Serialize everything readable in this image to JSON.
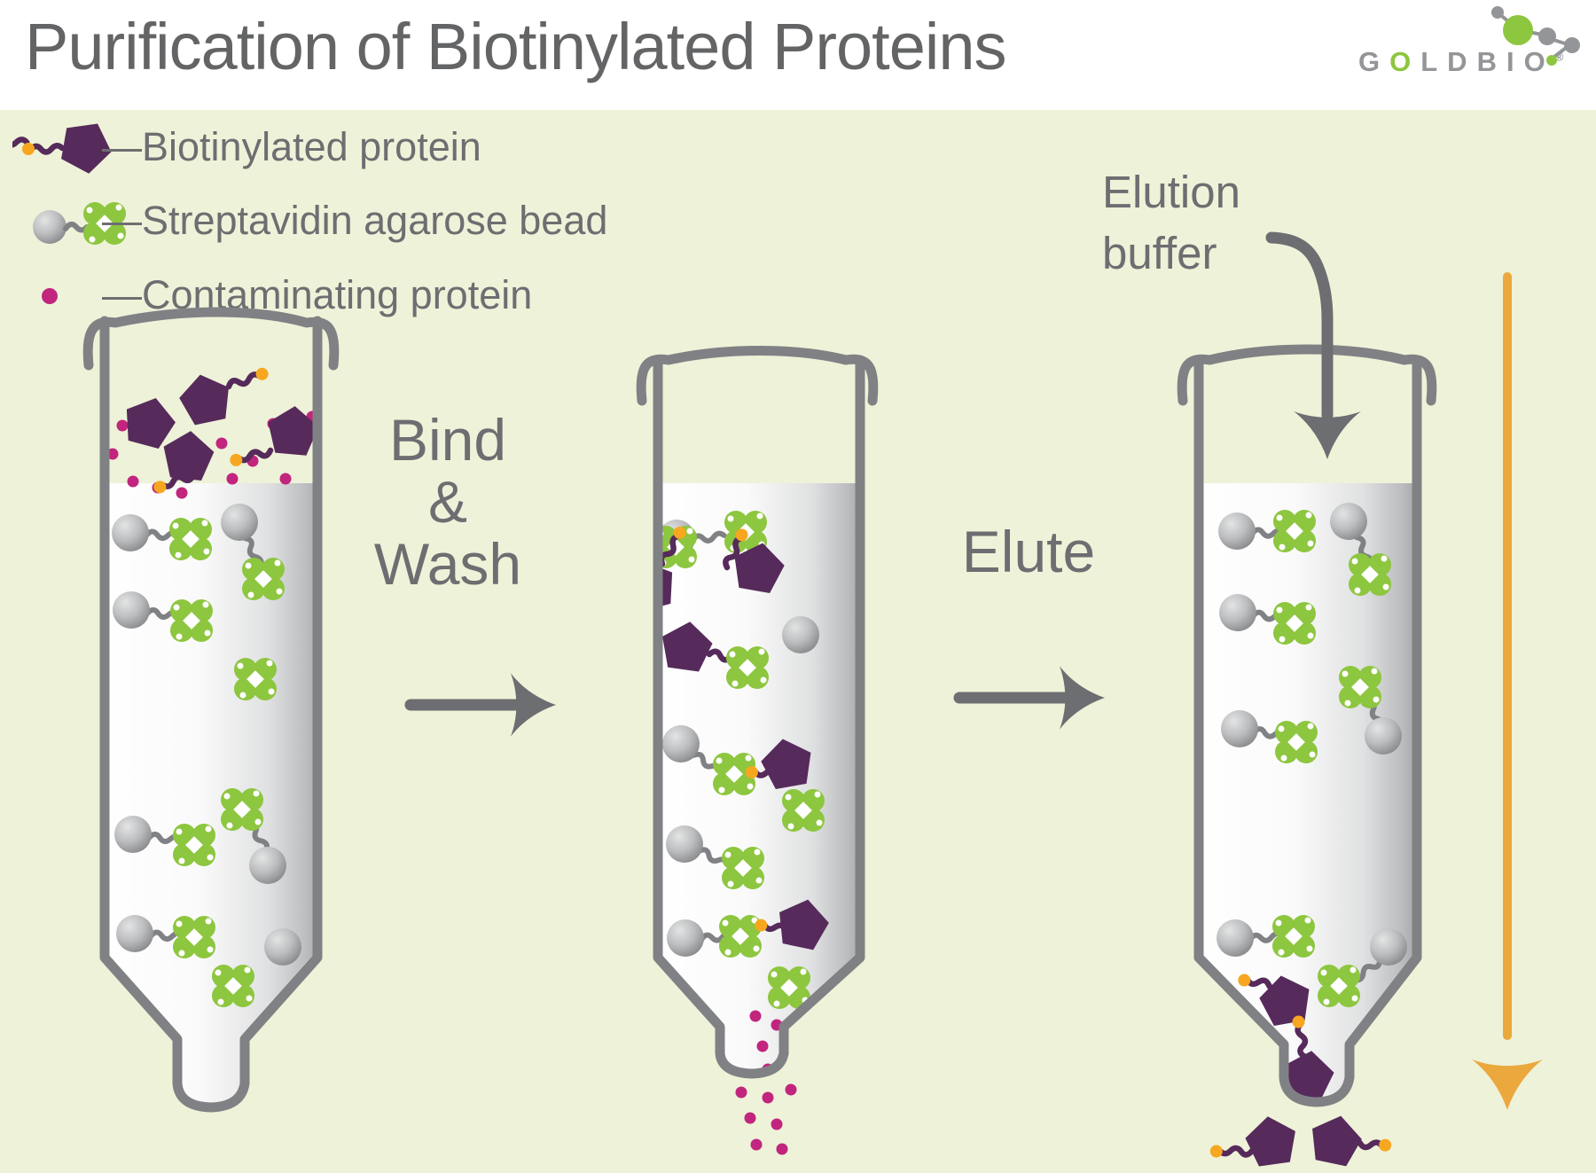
{
  "header": {
    "title": "Purification of Biotinylated Proteins",
    "logo": {
      "prefix": "G",
      "green_letter": "O",
      "suffix": "LDBIO",
      "reg_mark": "®"
    }
  },
  "legend": {
    "items": [
      {
        "id": "biotinylated-protein",
        "label": "—Biotinylated protein"
      },
      {
        "id": "streptavidin-agarose-bead",
        "label": "—Streptavidin agarose bead"
      },
      {
        "id": "contaminating-protein",
        "label": "—Contaminating protein"
      }
    ]
  },
  "steps": {
    "bind_wash": {
      "line1": "Bind",
      "line2": "&",
      "line3": "Wash"
    },
    "elute": {
      "label": "Elute"
    }
  },
  "annotations": {
    "elution_buffer": {
      "line1": "Elution",
      "line2": "buffer"
    }
  },
  "colors": {
    "bg": "#eef2d8",
    "header_bg": "#ffffff",
    "title_text": "#636466",
    "body_text": "#6d6e71",
    "column_outline": "#808184",
    "biotinylated_protein": "#562a5b",
    "streptavidin_green": "#8dc63f",
    "contaminating_protein": "#c2257e",
    "biotin_tip": "#f7a71f",
    "flow_arrow": "#eaa83d",
    "logo_gray": "#939598",
    "logo_green": "#8dc63f"
  }
}
